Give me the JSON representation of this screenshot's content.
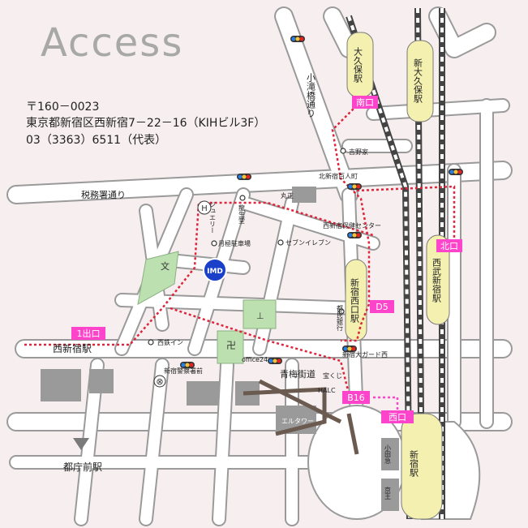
{
  "page": {
    "title": "Access",
    "address_lines": [
      "〒160－0023",
      "東京都新宿区西新宿7－22－16（KIHビル3F）",
      "03（3363）6511（代表）"
    ]
  },
  "labels": {
    "okubo_station": "大久保駅",
    "shin_okubo_station": "新大久保駅",
    "minami_guchi": "南口",
    "kita_guchi": "北口",
    "nishi_guchi": "西口",
    "exit_1": "1出口",
    "d5": "D5",
    "b16": "B16",
    "otakibashi_street": "小滝橋通り",
    "zeimusho_street": "税務署通り",
    "yoshinoya": "吉野家",
    "kitashinjuku_hyakunincho": "北新宿百人町",
    "marusho": "丸正",
    "ryuseido": "龍生堂",
    "tsukiyoshi_parking": "月極駐車場",
    "hoken_center": "西新宿保健センター",
    "seven_eleven": "セブンイレブン",
    "imd": "IMD",
    "seibu_shinjuku_station": "西武新宿駅",
    "shinjuku_nishiguchi_station": "新宿西口駅",
    "tomin_bank": "都民銀行",
    "nishi_shinjuku_station": "西新宿駅",
    "seitetsu_inn": "西鉄イン",
    "office24": "office24",
    "oume_street": "青梅街道",
    "shinjuku_ohgado": "新宿大ガード西",
    "takarakuji": "宝くじ",
    "halc": "HALC",
    "police": "新宿警察署前",
    "eru_tower": "エルタワー",
    "tochomae_station": "都庁前駅",
    "odakyu": "小田急",
    "keio": "京王",
    "shinjuku_station": "新宿駅",
    "school": "文",
    "shrine": "⊥",
    "temple": "卍",
    "hospital": "H",
    "police_mark": "⊗",
    "comet_lane": "ジュエリー"
  },
  "colors": {
    "route": "#e0243c",
    "station": "#f4f0b0",
    "exit": "#ff44cc",
    "park": "#bde0b0",
    "building": "#9a9a9a",
    "road": "#ffffff",
    "imd": "#1a3fc8"
  }
}
